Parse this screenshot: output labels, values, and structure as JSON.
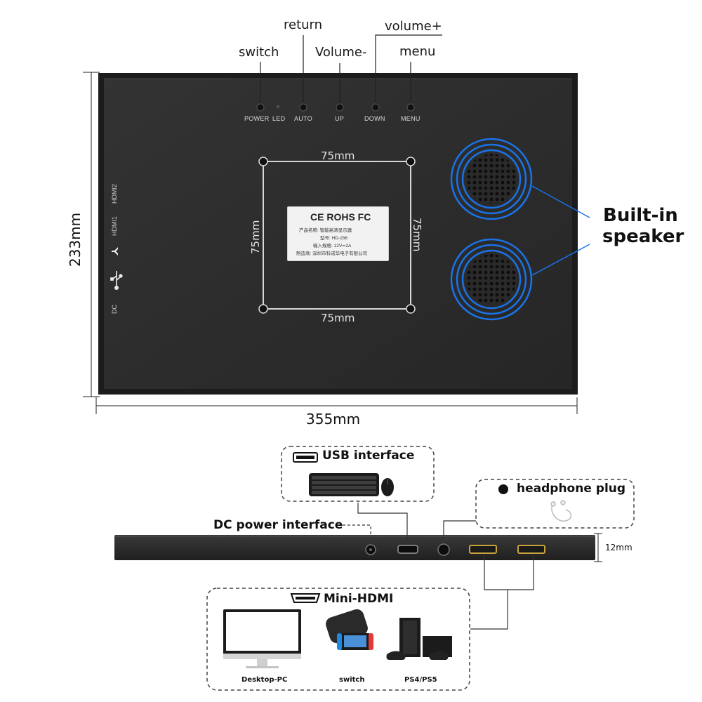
{
  "top_labels": {
    "switch": "switch",
    "return": "return",
    "volume_minus": "Volume-",
    "volume_plus": "volume+",
    "menu": "menu"
  },
  "button_labels": {
    "power": "POWER",
    "led": "LED",
    "auto": "AUTO",
    "up": "UP",
    "down": "DOWN",
    "menu": "MENU"
  },
  "side_port_labels": {
    "hdmi2": "HDMI2",
    "hdmi1": "HDMI1",
    "dc": "DC"
  },
  "vesa": {
    "top": "75mm",
    "bottom": "75mm",
    "left": "75mm",
    "right": "75mm"
  },
  "sticker": {
    "logos": "CE ROHS FC",
    "line1": "产品名称: 智能高清显示器",
    "line2": "型号: HD-156",
    "line3": "输入规格: 12V⎓2A",
    "line4": "制造商: 深圳市科诺华电子有限公司"
  },
  "speaker_label_line1": "Built-in",
  "speaker_label_line2": "speaker",
  "dimensions": {
    "height": "233mm",
    "width": "355mm",
    "thickness": "12mm"
  },
  "bottom": {
    "usb_title": "USB interface",
    "headphone_title": "headphone plug",
    "dc_title": "DC power interface",
    "minihdmi_title": "Mini-HDMI",
    "devices": [
      "Desktop-PC",
      "switch",
      "PS4/PS5"
    ]
  },
  "colors": {
    "panel": "#2b2b2b",
    "panel_edge": "#1a1a1a",
    "speaker_ring": "#1a73e8"
  }
}
